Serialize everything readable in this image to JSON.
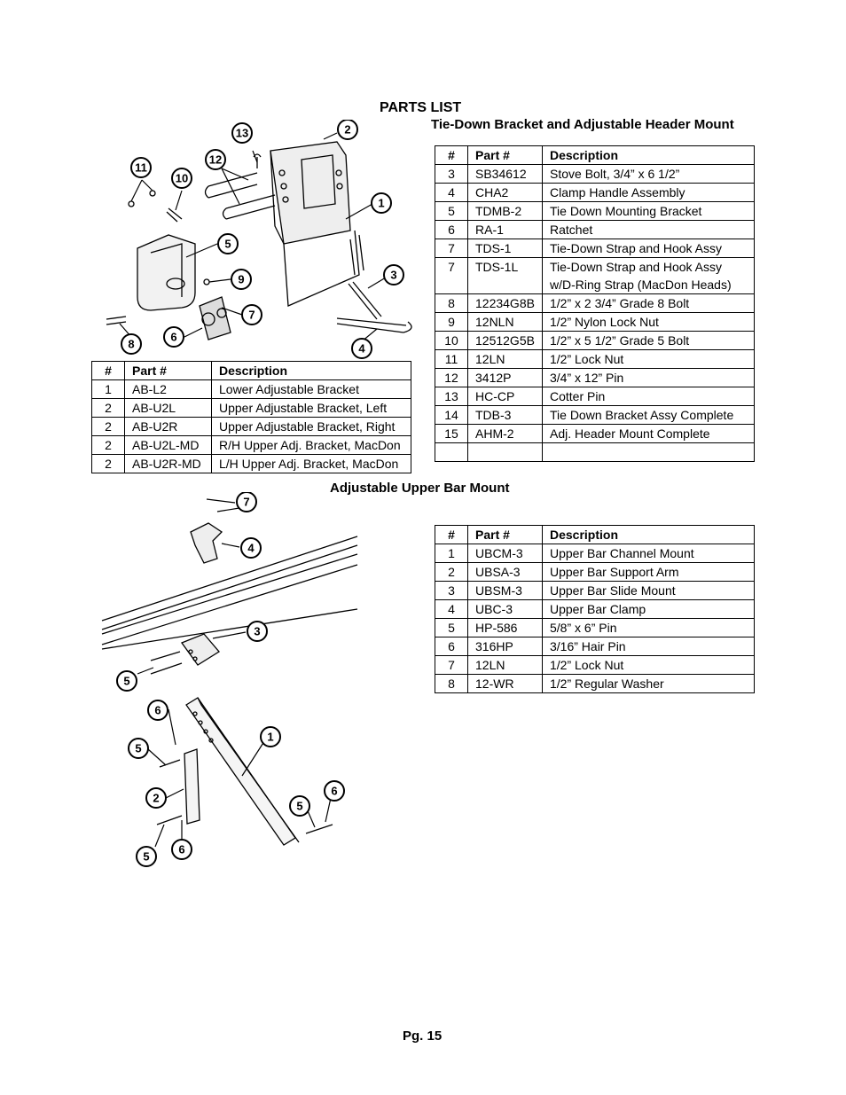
{
  "heading": "PARTS LIST",
  "section1": {
    "title": "Tie-Down Bracket and Adjustable Header Mount",
    "columns": [
      "#",
      "Part #",
      "Description"
    ],
    "rows": [
      [
        "3",
        "SB34612",
        "Stove Bolt, 3/4” x 6 1/2”"
      ],
      [
        "4",
        "CHA2",
        "Clamp Handle Assembly"
      ],
      [
        "5",
        "TDMB-2",
        "Tie Down Mounting Bracket"
      ],
      [
        "6",
        "RA-1",
        "Ratchet"
      ],
      [
        "7",
        "TDS-1",
        "Tie-Down Strap and Hook Assy"
      ],
      [
        "7",
        "TDS-1L",
        "Tie-Down Strap and Hook Assy\nw/D-Ring Strap (MacDon Heads)"
      ],
      [
        "8",
        "12234G8B",
        "1/2” x 2 3/4” Grade 8 Bolt"
      ],
      [
        "9",
        "12NLN",
        "1/2” Nylon Lock Nut"
      ],
      [
        "10",
        "12512G5B",
        "1/2” x 5 1/2” Grade 5 Bolt"
      ],
      [
        "11",
        "12LN",
        "1/2” Lock Nut"
      ],
      [
        "12",
        "3412P",
        "3/4” x 12” Pin"
      ],
      [
        "13",
        "HC-CP",
        "Cotter Pin"
      ],
      [
        "14",
        "TDB-3",
        "Tie Down Bracket Assy Complete"
      ],
      [
        "15",
        "AHM-2",
        "Adj. Header Mount Complete"
      ],
      [
        "",
        "",
        ""
      ]
    ]
  },
  "section1b": {
    "columns": [
      "#",
      "Part #",
      "Description"
    ],
    "rows": [
      [
        "1",
        "AB-L2",
        "Lower Adjustable Bracket"
      ],
      [
        "2",
        "AB-U2L",
        "Upper Adjustable Bracket, Left"
      ],
      [
        "2",
        "AB-U2R",
        "Upper Adjustable Bracket, Right"
      ],
      [
        "2",
        "AB-U2L-MD",
        "R/H Upper Adj. Bracket, MacDon"
      ],
      [
        "2",
        "AB-U2R-MD",
        "L/H Upper Adj. Bracket, MacDon"
      ]
    ]
  },
  "section2": {
    "title": "Adjustable Upper Bar Mount",
    "columns": [
      "#",
      "Part #",
      "Description"
    ],
    "rows": [
      [
        "1",
        "UBCM-3",
        "Upper Bar Channel Mount"
      ],
      [
        "2",
        "UBSA-3",
        "Upper Bar Support Arm"
      ],
      [
        "3",
        "UBSM-3",
        "Upper Bar Slide Mount"
      ],
      [
        "4",
        "UBC-3",
        "Upper Bar Clamp"
      ],
      [
        "5",
        "HP-586",
        "5/8” x 6” Pin"
      ],
      [
        "6",
        "316HP",
        "3/16” Hair Pin"
      ],
      [
        "7",
        "12LN",
        "1/2” Lock Nut"
      ],
      [
        "8",
        "12-WR",
        "1/2” Regular Washer"
      ]
    ]
  },
  "diagram1_callouts": [
    "13",
    "2",
    "12",
    "11",
    "10",
    "1",
    "5",
    "3",
    "9",
    "7",
    "6",
    "8",
    "4"
  ],
  "diagram2_callouts": [
    "7",
    "4",
    "3",
    "5",
    "6",
    "1",
    "5",
    "2",
    "6",
    "5",
    "5",
    "6"
  ],
  "page_number": "Pg. 15"
}
